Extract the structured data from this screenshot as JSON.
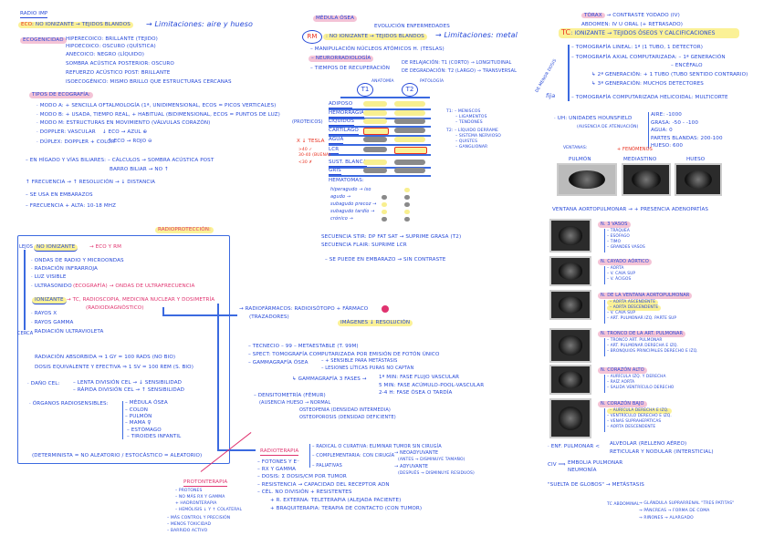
{
  "eco": {
    "title": "Radio imp",
    "head_eco": "ECO",
    "head_rest": ": no ionizante → tejidos blandos",
    "limits": "→ Limitaciones: aire y hueso",
    "ecogenicidad_label": "Ecogenicidad",
    "ecogenicidad": [
      "Hiperecoico: brillante (tejido)",
      "Hipoecoico: oscuro (quística)",
      "Anecoico: negro (líquido)",
      "Sombra acústica posterior: oscuro",
      "Refuerzo acústico post: brillante",
      "Isoecogénico: mismo brillo que estructuras cercanas"
    ],
    "tipos_label": "Tipos de ecografía:",
    "tipos": [
      "· Modo A: + sencilla oftalmología (1ª, unidimensional, ecos = picos verticales)",
      "· Modo B: + usada, tiempo real, + habitual (bidimensional, ecos = puntos de luz)",
      "· Modo M: estructuras en movimiento (válvulas corazón)",
      "· Doppler: vascular",
      "· Dúplex: doppler + color"
    ],
    "doppler": [
      "↓ eco → azul ⊕",
      "↑ eco → rojo ⊖"
    ],
    "higado": "– En hígado y vías biliares: – cálculos → sombra acústica post",
    "barro": "barro biliar → no ↑",
    "frecuencia": "↑ Frecuencia → ↑ resolución → ↓ distancia",
    "embarazo": "– Se usa en embarazos",
    "alta": "– Frecuencia + alta: 10-18 MHz"
  },
  "radioproteccion": {
    "title": "Radioprotección:",
    "lejos": "lejos",
    "cerca": "cerca",
    "no_ionizante": "No ionizante",
    "no_ionizante_arrow": "→ ECO y RM",
    "no_ion_list": [
      "· Ondas de radio y microondas",
      "· Radiación infrarroja",
      "· Luz visible",
      "· Ultrasonido"
    ],
    "ultrasonido_pink": "(Ecografía) → ondas de ultrafrecuencia",
    "ionizante": "Ionizante",
    "ionizante_arrow": "→ TC, radioscopia, medicina nuclear y dosimetría",
    "radiodiag": "(Radiodiagnóstico)",
    "ion_list": [
      "· Rayos X",
      "· Rayos gamma",
      "· Radiación ultravioleta"
    ],
    "absorbida": "Radiación absorbida ⇒ 1 Gy = 100 rads (no bio)",
    "equivalente": "Dosis equivalente y efectiva ⇒ 1 Sv = 100 rem (S. bio)",
    "dano_label": "· Daño cel:",
    "dano": [
      "– lenta división cel → ↓ sensibilidad",
      "– rápida división cel → ↑ sensibilidad"
    ],
    "organos_label": "· Órganos radiosensibles:",
    "organos": [
      "– médula ósea",
      "– colon",
      "– pulmón",
      "– mama ♀",
      "– estómago",
      "– tiroides infantil"
    ],
    "determinista": "(Determinista = no aleatorio / estocástico = aleatorio)"
  },
  "rm": {
    "medula": "Médula ósea",
    "evolucion": "Evolución enfermedades",
    "rm": "RM",
    "head": ": no ionizante → tejidos blandos",
    "limits": "→ Limitaciones: metal",
    "manipulacion": "– Manipulación núcleos atómicos H. (Teslas)",
    "neuro": "– Neurorradiología",
    "tiempos": "– Tiempos de recuperación",
    "relajacion": "De relajación: T1 (corto) → longitudinal",
    "degradacion": "De degradación: T2 (largo) → transversal",
    "t1": "T1",
    "t2": "T2",
    "anatomia": "Anatomía",
    "patologia": "Patología",
    "rows": [
      "Adiposo",
      "Hemorragia",
      "Líquidos",
      "Cartílago",
      "Agua",
      "LCR",
      "Sust. blanca",
      "Gris"
    ],
    "proteicos": "(proteicos)",
    "tesla": [
      "x ↓ Tesla",
      ">40 ✓",
      "30-40 (buena)",
      "<30 ✗"
    ],
    "t1_list": [
      "T1: – meniscos",
      "– ligamentos",
      "– tendones"
    ],
    "t2_list": [
      "T2: – líquido derrame",
      "– sistema nervioso",
      "– quistes",
      "– ganglionar"
    ],
    "hematomas_label": "Hematomas:",
    "hematomas": [
      "hiperagudo → iso",
      "agudo →",
      "subagudo precoz →",
      "subagudo tardío →",
      "crónico →"
    ],
    "stir": "Secuencia STIR: DP fat sat → suprime grasa (T2)",
    "flair": "Secuencia FLAIR: suprime LCR",
    "embarazo": "– Se puede en embarazo → sin contraste"
  },
  "nuclear": {
    "radiofarmacos": "→ Radiofármacos: radioisótopo + fármaco",
    "trazadores": "(trazadores)",
    "imagenes": "imágenes ↓ resolución",
    "tecnecio": "– Tecnecio – 99 – metaestable (T. 99m)",
    "spect": "– SPECT: tomografía computarizada por emisión de fotón único",
    "gammagrafia": "– Gammagrafía ósea",
    "gamma_sub": [
      "– + sensible para metástasis",
      "– lesiones líticas puras no captan"
    ],
    "fases_label": "↳ Gammagrafía 3 fases →",
    "fases": [
      "1ª min: fase flujo vascular",
      "5 min: fase acúmulo-pool-vascular",
      "2-4 h: fase ósea o tardía"
    ],
    "densitometria": "– Densitometría (fémur)",
    "dens_sub": [
      "(ausencia hueso → normal",
      "osteopenia (densidad intermedia)",
      "osteoporosis (densidad deficiente)"
    ]
  },
  "radioterapia": {
    "title": "Radioterapia",
    "list": [
      "– fotones y e⁻",
      "– RX y gamma",
      "– dosis: Σ dosis/cm por tumor",
      "– resistencia → capacidad del receptor ADN",
      "– Cél. no división + resistentes"
    ],
    "externa": "+ R. externa: teleterapia (alejada paciente)",
    "braqui": "+ Braquiterapia: terapia de contacto (con tumor)",
    "tipos": [
      "– Radical o curativa: eliminar tumor sin cirugía",
      "– Complementaria: con cirugía",
      "– Paliativas"
    ],
    "neo": [
      "→ Neoadyuvante",
      "(antes → disminuye tamaño)",
      "→ Adyuvante",
      "(después → disminuye residuos)"
    ]
  },
  "protonterapia": {
    "title": "Protonterapia",
    "list": [
      "– protones",
      "– no más RX y gamma",
      "+ hadronterapia",
      "– hemólisis ↓ y ↑ colateral",
      "– más control y precisión",
      "– menos toxicidad",
      "– barrido activo"
    ]
  },
  "tc": {
    "torax": "Tórax",
    "torax_rest": "→ contraste yodado (IV)",
    "abdomen": "Abdomen: IV u oral (+ retrasado)",
    "tc": "TC",
    "head": ": ionizante → tejidos óseos y calcificaciones",
    "lineal": "– Tomografía lineal: 1ª (1 tubo, 1 detector)",
    "axial": "– Tomografía axial computarizada: – 1ª generación",
    "encefalo": "– encéfalo",
    "gen2": "↳ 2ª generación: + 1 tubo (tubo sentido contrario)",
    "gen3": "↳ 3ª generación: muchos detectores",
    "menor": "de menor dosis",
    "fija": "fija",
    "helicoidal": "– Tomografía computarizada helicoidal: multicorte",
    "uh": "· UH: Unidades Hounsfield",
    "uh_sub": "(ausencia de atenuación)",
    "uh_values": [
      "aire: -1000",
      "grasa: -50 - -100",
      "agua: 0",
      "partes blandas: 200-100",
      "hueso: 600"
    ],
    "ventanas": "ventanas:",
    "fenomenos": "+ fenómenos",
    "win_labels": [
      "Pulmón",
      "Mediastino",
      "Hueso"
    ],
    "ventana_ap": "Ventana aortopulmonar → + presencia adenopatías",
    "cortes": [
      {
        "title": "N. 3 vasos",
        "items": [
          "– tráquea",
          "– esófago",
          "– timo",
          "– grandes vasos"
        ]
      },
      {
        "title": "N. cayado aórtico",
        "items": [
          "– aorta",
          "– V. cava sup",
          "– V. ácigos"
        ]
      },
      {
        "title": "N. de la ventana aortopulmonar",
        "items": [
          "– aorta ascendente",
          "– aorta descendente",
          "– V. cava sup",
          "– art. pulmonar izq. parte sup"
        ]
      },
      {
        "title": "N. tronco de la art. pulmonar",
        "items": [
          "– tronco art. pulmonar",
          "– art. pulmonar derecha e izq.",
          "– bronquios principales derecho e izq."
        ]
      },
      {
        "title": "N. corazón alto",
        "items": [
          "– aurícula izq. y derecha",
          "– raíz aorta",
          "– salida ventrículo derecho"
        ]
      },
      {
        "title": "N. corazón bajo",
        "items": [
          "– aurícula derecha e izq.",
          "– ventrículo derecho e izq.",
          "– venas suprahepáticas",
          "– aorta descendente"
        ]
      }
    ],
    "enf": "· Enf. pulmonar <",
    "enf_list": [
      "Alveolar (relleno aéreo)",
      "Reticular y nodular (intersticial)"
    ],
    "civ": "CIV ⟹",
    "civ_list": [
      "Embolia pulmonar",
      "Neumonía"
    ],
    "globos": "\"Suelta de globos\" → metástasis",
    "abdominal": "TC abdominal",
    "abd_list": [
      "→ glándula suprarrenal \"tres patitas\"",
      "→ páncreas → forma de coma",
      "→ riñones → alargado"
    ]
  },
  "colors": {
    "ink": "#2649d8",
    "pink": "#e0336f",
    "red": "#e8301f",
    "yellow": "#fbf196",
    "pink_highlight": "#f4c3d6"
  }
}
